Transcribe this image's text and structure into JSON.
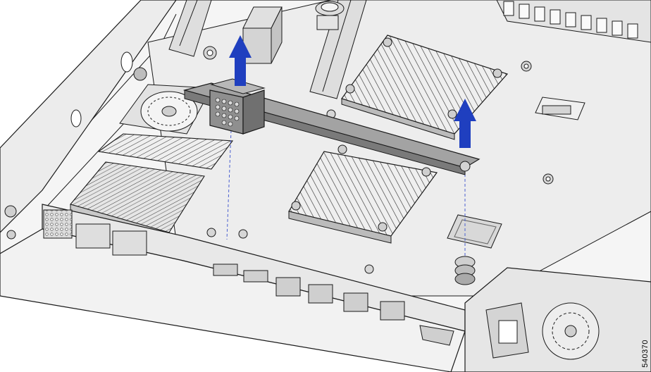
{
  "figure": {
    "id_label": "540370",
    "colors": {
      "outline": "#1a1a1a",
      "chassis": "#f4f4f4",
      "board": "#e9e9e9",
      "heatsink": "#dcdcdc",
      "bracket": "#9a9a9a",
      "bracket_dark": "#6f6f6f",
      "arrow": "#1f3fbf",
      "guide_line": "#4a5fd0"
    },
    "components": {
      "riser_cage": "rear-riser-cage",
      "lift_arrows": 2,
      "alignment_guides": 2
    }
  }
}
